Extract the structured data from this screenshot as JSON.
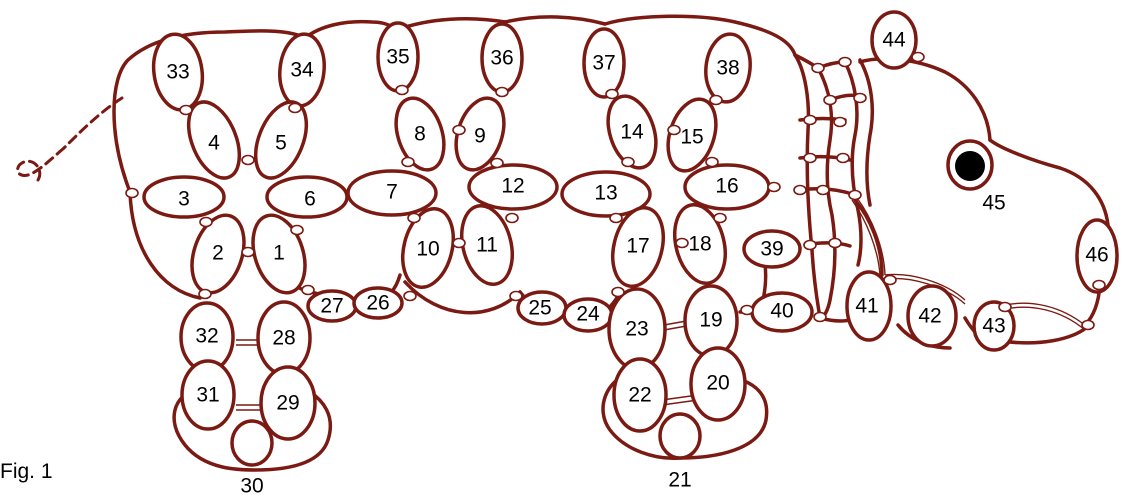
{
  "figure": {
    "caption": "Fig. 1",
    "colors": {
      "thread": "#7a1a12",
      "eye": "#000000",
      "background": "#ffffff"
    },
    "rings": {
      "r1": "1",
      "r2": "2",
      "r3": "3",
      "r4": "4",
      "r5": "5",
      "r6": "6",
      "r7": "7",
      "r8": "8",
      "r9": "9",
      "r10": "10",
      "r11": "11",
      "r12": "12",
      "r13": "13",
      "r14": "14",
      "r15": "15",
      "r16": "16",
      "r17": "17",
      "r18": "18",
      "r19": "19",
      "r20": "20",
      "r21": "21",
      "r22": "22",
      "r23": "23",
      "r24": "24",
      "r25": "25",
      "r26": "26",
      "r27": "27",
      "r28": "28",
      "r29": "29",
      "r30": "30",
      "r31": "31",
      "r32": "32",
      "r33": "33",
      "r34": "34",
      "r35": "35",
      "r36": "36",
      "r37": "37",
      "r38": "38",
      "r39": "39",
      "r40": "40",
      "r41": "41",
      "r42": "42",
      "r43": "43",
      "r44": "44",
      "r45": "45",
      "r46": "46"
    }
  }
}
